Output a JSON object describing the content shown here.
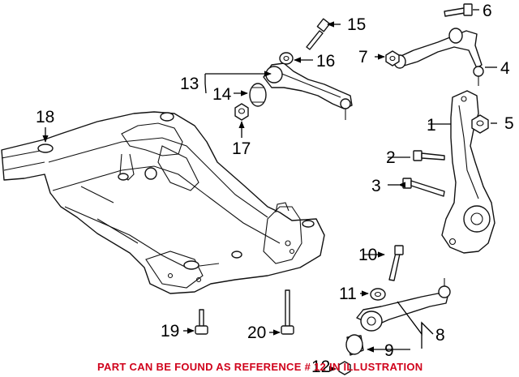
{
  "diagram": {
    "callouts": [
      "1",
      "2",
      "3",
      "4",
      "5",
      "6",
      "7",
      "8",
      "9",
      "10",
      "11",
      "12",
      "13",
      "14",
      "15",
      "16",
      "17",
      "18",
      "19",
      "20"
    ],
    "notice": "PART CAN BE FOUND AS REFERENCE # 12 IN ILLUSTRATION",
    "notice_color": "#d0021b"
  }
}
